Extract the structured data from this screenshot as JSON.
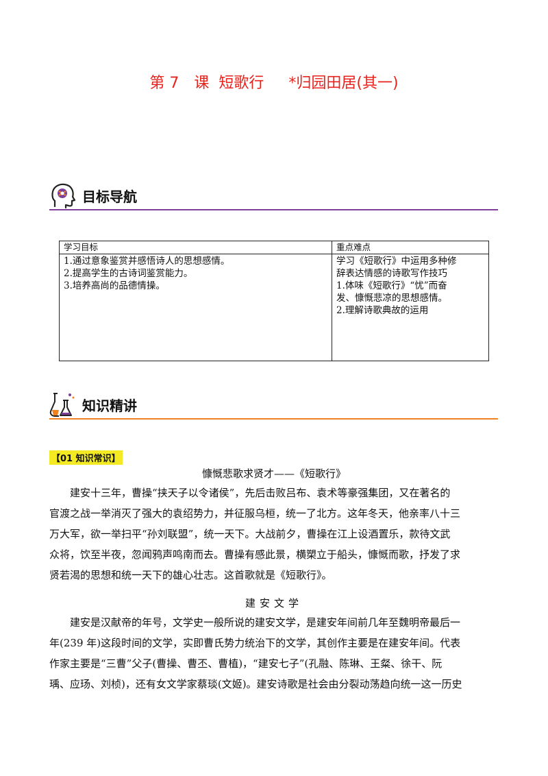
{
  "title": "第 7　课  短歌行　  *归园田居(其一)",
  "sections": {
    "nav": "目标导航",
    "knowledge": "知识精讲"
  },
  "goals_table": {
    "headers": [
      "学习目标",
      "重点难点"
    ],
    "objectives": [
      "1.通过意象鉴赏并感悟诗人的思想感情。",
      "2.提高学生的古诗词鉴赏能力。",
      "3.培养高尚的品德情操。"
    ],
    "key_points": [
      "学习《短歌行》中运用多种修",
      "辞表达情感的诗歌写作技巧",
      "1.体味《短歌行》“忧”而奋",
      "发、慷慨悲凉的思想感情。",
      "2.理解诗歌典故的运用"
    ]
  },
  "knowledge": {
    "tag": "【01 知识常识】",
    "subtitle1": "慷慨悲歌求贤才——《短歌行》",
    "para1": [
      "　　建安十三年，曹操“挟天子以令诸侯”，先后击败吕布、袁术等豪强集团，又在著名的",
      "官渡之战一举消灭了强大的袁绍势力，并征服乌桓，统一了北方。这年冬天，他亲率八十三",
      "万大军，欲一举扫平“孙刘联盟”，统一天下。大战前夕，曹操在江上设酒置乐，款待文武",
      "众将，饮至半夜，忽闻鸦声鸣南而去。曹操有感此景，横槊立于船头，慷慨而歌，抒发了求",
      "贤若渴的思想和统一天下的雄心壮志。这首歌就是《短歌行》。"
    ],
    "subtitle2": "建安文学",
    "para2": [
      "　　建安是汉献帝的年号，文学史一般所说的建安文学，是建安年间前几年至魏明帝最后一",
      "年(239 年)这段时间的文学，实即曹氏势力统治下的文学，其创作主要是在建安年间。代表",
      "作家主要是“三曹”父子(曹操、曹丕、曹植)，“建安七子”(孔融、陈琳、王粲、徐干、阮",
      "瑀、应玚、刘桢)，还有女文学家蔡琰(文姬)。建安诗歌是社会由分裂动荡趋向统一这一历史"
    ]
  }
}
